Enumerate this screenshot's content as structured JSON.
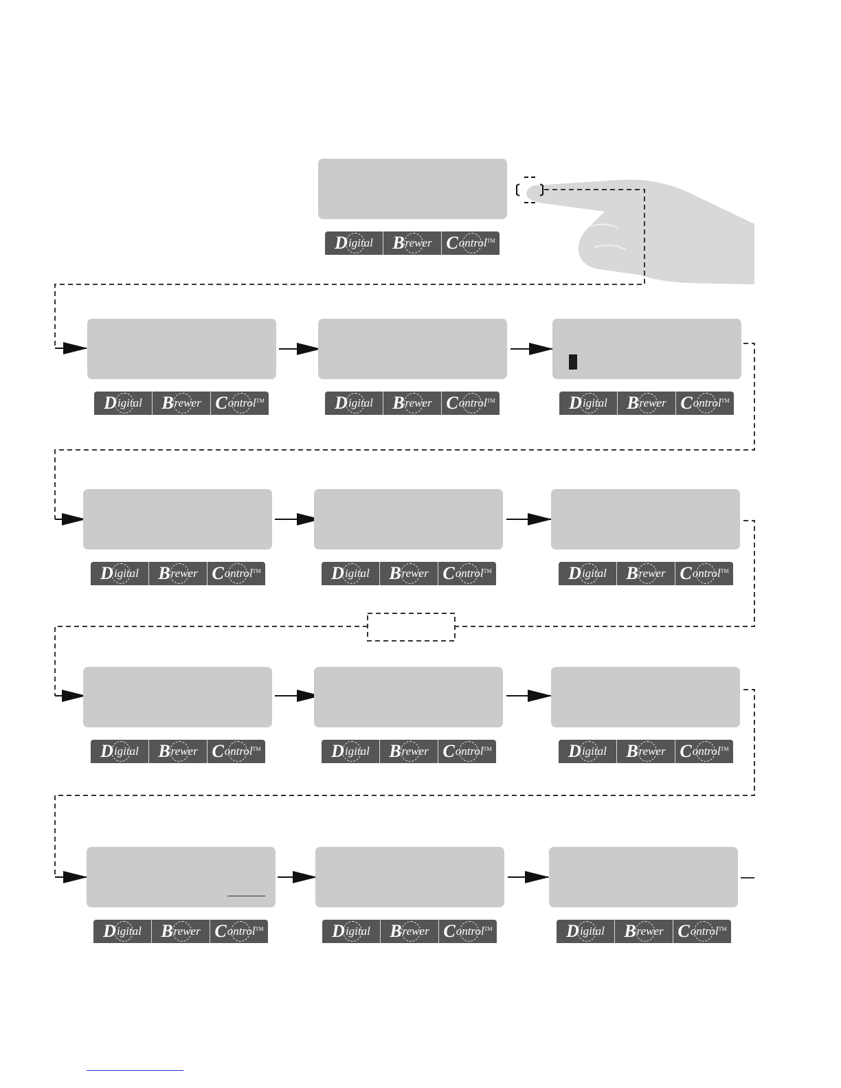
{
  "brand": {
    "word1_cap": "D",
    "word1_rest": "igital",
    "word2_cap": "B",
    "word2_rest": "rewer",
    "word3_cap": "C",
    "word3_rest": "ontrol",
    "trademark": "TM"
  },
  "screens": [
    {
      "id": "start",
      "line1": "",
      "line2": ""
    },
    {
      "id": "r1c1",
      "line1": "",
      "line2": ""
    },
    {
      "id": "r1c2",
      "line1": "",
      "line2": ""
    },
    {
      "id": "r1c3",
      "line1": "",
      "line2": "",
      "cursor": true
    },
    {
      "id": "r2c1",
      "line1": "",
      "line2": ""
    },
    {
      "id": "r2c2",
      "line1": "",
      "line2": ""
    },
    {
      "id": "r2c3",
      "line1": "",
      "line2": ""
    },
    {
      "id": "r3c1",
      "line1": "",
      "line2": ""
    },
    {
      "id": "r3c2",
      "line1": "",
      "line2": ""
    },
    {
      "id": "r3c3",
      "line1": "",
      "line2": ""
    },
    {
      "id": "r4c1",
      "line1": "",
      "line2": "",
      "underline": true
    },
    {
      "id": "r4c2",
      "line1": "",
      "line2": ""
    },
    {
      "id": "r4c3",
      "line1": "",
      "line2": ""
    }
  ],
  "colors": {
    "screen": "#cbcbcb",
    "brand_bar": "#555555",
    "hand": "#d8d8d8",
    "connector": "#333333"
  }
}
